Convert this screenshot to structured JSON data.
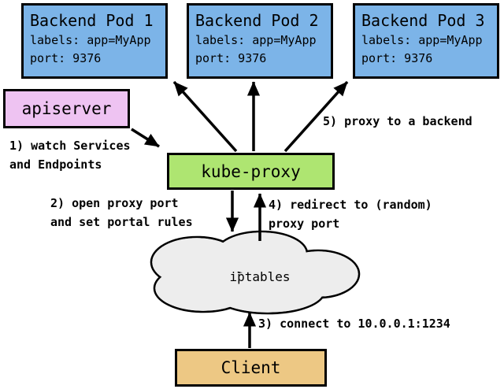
{
  "diagram": {
    "pods": [
      {
        "title": "Backend Pod 1",
        "labels": "labels: app=MyApp",
        "port": "port: 9376"
      },
      {
        "title": "Backend Pod 2",
        "labels": "labels: app=MyApp",
        "port": "port: 9376"
      },
      {
        "title": "Backend Pod 3",
        "labels": "labels: app=MyApp",
        "port": "port: 9376"
      }
    ],
    "apiserver_label": "apiserver",
    "kube_proxy_label": "kube-proxy",
    "iptables_label": "iptables",
    "client_label": "Client",
    "steps": {
      "step1": "1) watch Services\nand Endpoints",
      "step2": "2) open proxy port\nand set portal rules",
      "step3": "3) connect to 10.0.0.1:1234",
      "step4": "4) redirect to (random)\nproxy port",
      "step5": "5) proxy to a backend"
    },
    "colors": {
      "pod_fill": "#7cb4e8",
      "apiserver_fill": "#eec3f2",
      "kube_proxy_fill": "#aee571",
      "cloud_fill": "#ededed",
      "client_fill": "#edc884",
      "outline": "#000000"
    }
  }
}
